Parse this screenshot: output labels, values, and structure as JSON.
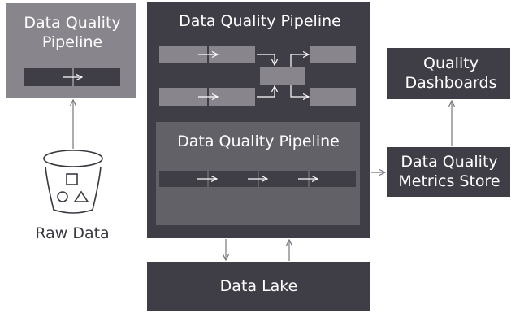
{
  "colors": {
    "dark": "#3f3d45",
    "mid": "#636168",
    "light": "#88868c",
    "line": "#77757b",
    "white": "#ffffff"
  },
  "small_pipeline": {
    "title": "Data Quality Pipeline"
  },
  "main_pipeline": {
    "title": "Data Quality Pipeline",
    "inner_title": "Data Quality Pipeline"
  },
  "raw_data": {
    "label": "Raw Data"
  },
  "metrics_store": {
    "label": "Data Quality Metrics Store"
  },
  "dashboards": {
    "label": "Quality Dashboards"
  },
  "data_lake": {
    "label": "Data Lake"
  }
}
